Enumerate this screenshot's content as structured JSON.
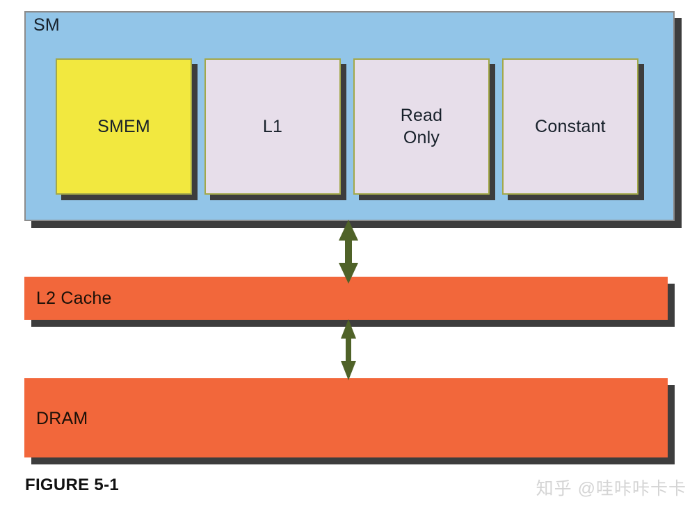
{
  "figure": {
    "caption": "FIGURE 5-1",
    "watermark": "知乎 @哇咔咔卡卡"
  },
  "colors": {
    "sm_fill": "#92C5E8",
    "sm_border": "#8C8C8C",
    "mem_fill": "#E7DEEA",
    "mem_border": "#A3A84A",
    "smem_fill": "#F2E83F",
    "bar_fill": "#F2673B",
    "shadow": "#3D3D3D",
    "arrow": "#4F6228",
    "text": "#17202A",
    "watermark": "#D4D4D4"
  },
  "sm": {
    "label": "SM",
    "memories": [
      {
        "label": "SMEM",
        "highlight": true
      },
      {
        "label": "L1",
        "highlight": false
      },
      {
        "label": "Read\nOnly",
        "highlight": false
      },
      {
        "label": "Constant",
        "highlight": false
      }
    ]
  },
  "memory_hierarchy": {
    "bars": [
      {
        "label": "L2 Cache"
      },
      {
        "label": "DRAM"
      }
    ],
    "connections": [
      {
        "from": "SM",
        "to": "L2 Cache",
        "kind": "bidirectional"
      },
      {
        "from": "L2 Cache",
        "to": "DRAM",
        "kind": "bidirectional"
      }
    ]
  },
  "icons": {
    "arrow_sm_l2": "double-arrow-vertical-icon",
    "arrow_l2_dram": "double-arrow-vertical-icon"
  }
}
